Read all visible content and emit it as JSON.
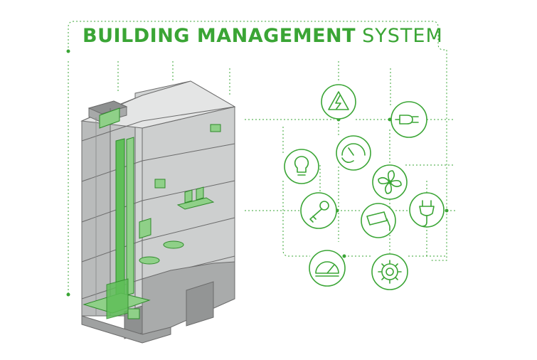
{
  "title": {
    "bold": "BUILDING MANAGEMENT",
    "light": "SYSTEM"
  },
  "colors": {
    "accent": "#3aa535",
    "accent_light": "#8fd088",
    "building_fill": "#c9cbcb",
    "building_dark": "#9a9c9c",
    "line": "#6b6b6b",
    "icon_bg": "#ffffff"
  },
  "icons": [
    {
      "id": "lightning",
      "name": "high-voltage-warning-icon"
    },
    {
      "id": "plug",
      "name": "power-plug-icon"
    },
    {
      "id": "gauge",
      "name": "gauge-meter-icon"
    },
    {
      "id": "bulb",
      "name": "light-bulb-icon"
    },
    {
      "id": "fan",
      "name": "ventilation-fan-icon"
    },
    {
      "id": "key",
      "name": "access-key-icon"
    },
    {
      "id": "camera",
      "name": "security-camera-icon"
    },
    {
      "id": "charger",
      "name": "charging-plug-icon"
    },
    {
      "id": "meter",
      "name": "energy-meter-icon"
    },
    {
      "id": "gear",
      "name": "settings-gear-icon"
    }
  ]
}
